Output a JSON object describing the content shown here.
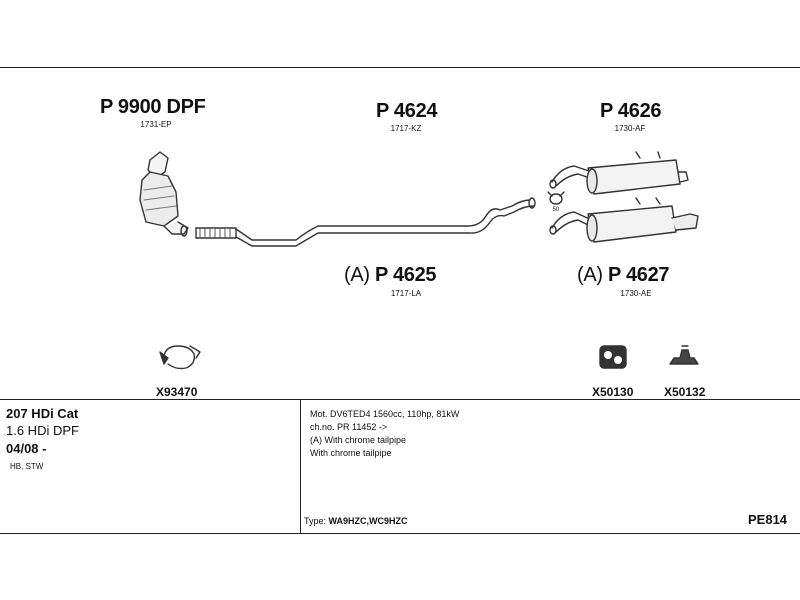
{
  "parts": {
    "p9900": {
      "number": "P 9900 DPF",
      "code": "1731-EP"
    },
    "p4624": {
      "number": "P 4624",
      "code": "1717-KZ"
    },
    "p4626": {
      "number": "P 4626",
      "code": "1730-AF"
    },
    "p4625": {
      "prefix": "(A)",
      "number": "P 4625",
      "code": "1717-LA"
    },
    "p4627": {
      "prefix": "(A)",
      "number": "P 4627",
      "code": "1730-AE"
    },
    "clamp_size": "50"
  },
  "accessories": {
    "x93470": "X93470",
    "x50130": "X50130",
    "x50132": "X50132"
  },
  "vehicle": {
    "model": "207 HDi Cat",
    "engine": "1.6 HDi DPF",
    "date": "04/08 -",
    "body": "HB, STW"
  },
  "notes": [
    "Mot. DV6TED4 1560cc, 110hp, 81kW",
    "ch.no. PR 11452 ->",
    "(A) With chrome tailpipe",
    "With chrome tailpipe"
  ],
  "type": {
    "label": "Type:",
    "value": "WA9HZC,WC9HZC"
  },
  "page_code": "PE814"
}
